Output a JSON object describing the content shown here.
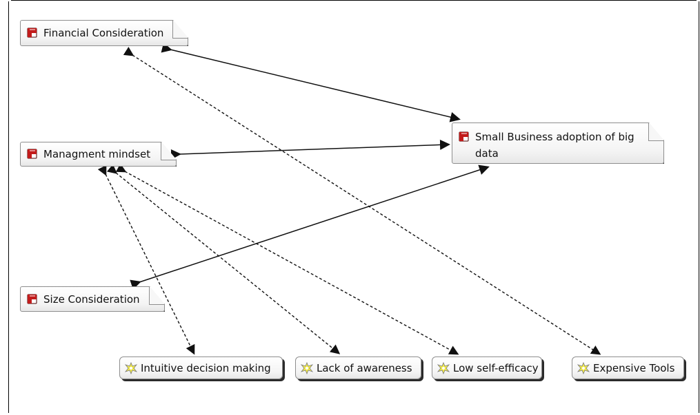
{
  "nodes": {
    "financial": {
      "label": "Financial Consideration"
    },
    "management": {
      "label": "Managment mindset"
    },
    "size": {
      "label": "Size Consideration"
    },
    "adoption": {
      "label": "Small Business adoption of big data"
    },
    "intuitive": {
      "label": "Intuitive decision making"
    },
    "awareness": {
      "label": "Lack of awareness"
    },
    "selfefficacy": {
      "label": "Low self-efficacy"
    },
    "tools": {
      "label": "Expensive Tools"
    }
  },
  "icons": {
    "code_icon": "red-book-icon",
    "annotation_icon": "yellow-sparkle-icon"
  },
  "colors": {
    "line": "#111111",
    "code_icon": "#c21b1b",
    "annotation_icon": "#f2ea4b"
  },
  "links": [
    {
      "from": "Financial Consideration",
      "to": "Small Business adoption of big data",
      "style": "solid",
      "arrows": "both"
    },
    {
      "from": "Managment mindset",
      "to": "Small Business adoption of big data",
      "style": "solid",
      "arrows": "both"
    },
    {
      "from": "Size Consideration",
      "to": "Small Business adoption of big data",
      "style": "solid",
      "arrows": "both"
    },
    {
      "from": "Financial Consideration",
      "to": "Expensive Tools",
      "style": "dashed",
      "arrows": "both"
    },
    {
      "from": "Managment mindset",
      "to": "Intuitive decision making",
      "style": "dashed",
      "arrows": "both"
    },
    {
      "from": "Managment mindset",
      "to": "Lack of awareness",
      "style": "dashed",
      "arrows": "both"
    },
    {
      "from": "Managment mindset",
      "to": "Low self-efficacy",
      "style": "dashed",
      "arrows": "both"
    }
  ]
}
